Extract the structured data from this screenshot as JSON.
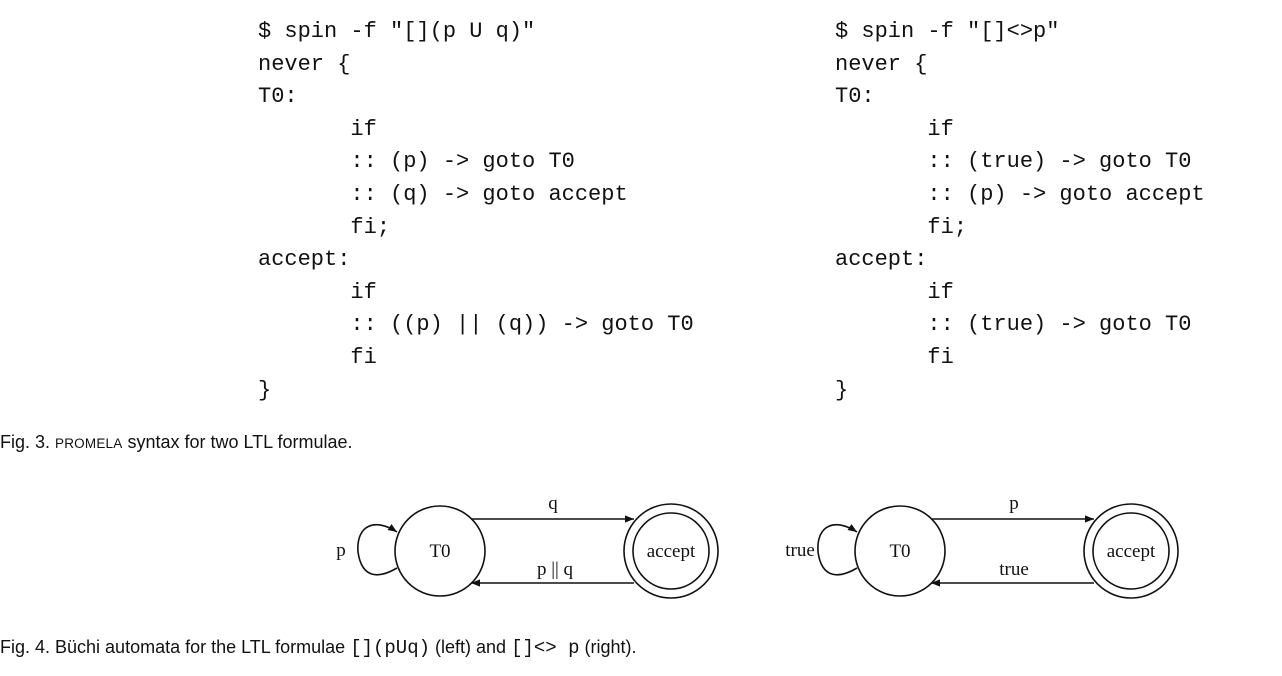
{
  "code_left": {
    "lines": [
      "$ spin -f \"[](p U q)\"",
      "never {",
      "T0:",
      "       if",
      "       :: (p) -> goto T0",
      "       :: (q) -> goto accept",
      "       fi;",
      "accept:",
      "       if",
      "       :: ((p) || (q)) -> goto T0",
      "       fi",
      "}"
    ]
  },
  "code_right": {
    "lines": [
      "$ spin -f \"[]<>p\"",
      "never {",
      "T0:",
      "       if",
      "       :: (true) -> goto T0",
      "       :: (p) -> goto accept",
      "       fi;",
      "accept:",
      "       if",
      "       :: (true) -> goto T0",
      "       fi",
      "}"
    ]
  },
  "fig3": {
    "prefix": "Fig. 3. ",
    "smallcaps": "PROMELA",
    "rest": " syntax for two LTL formulae."
  },
  "automaton_left": {
    "state_initial": "T0",
    "state_accept": "accept",
    "self_loop_label": "p",
    "forward_label": "q",
    "back_label": "p || q"
  },
  "automaton_right": {
    "state_initial": "T0",
    "state_accept": "accept",
    "self_loop_label": "true",
    "forward_label": "p",
    "back_label": "true"
  },
  "fig4": {
    "prefix": "Fig. 4. Büchi automata for the LTL formulae ",
    "formula_left": "[](pUq)",
    "middle": " (left) and ",
    "formula_right": "[]<> p",
    "suffix": " (right)."
  }
}
